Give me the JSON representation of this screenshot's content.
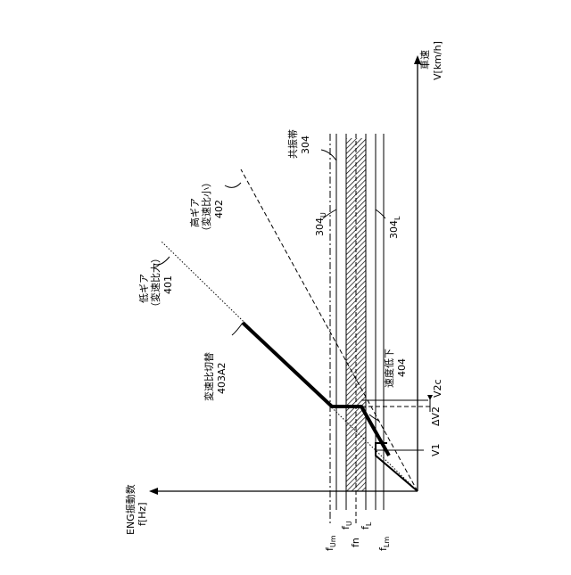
{
  "axes": {
    "vertical": {
      "label": "ENG振動数",
      "unit": "f[Hz]"
    },
    "horizontal": {
      "label": "車速",
      "unit": "V[km/h]"
    }
  },
  "lines": {
    "low_gear": {
      "label": "低ギア",
      "sub": "（変速比大）",
      "ref": "401"
    },
    "high_gear": {
      "label": "高ギア",
      "sub": "（変速比小）",
      "ref": "402"
    },
    "switch": {
      "label": "変速比切替",
      "ref": "403A2"
    },
    "speed_drop": {
      "label": "速度低下",
      "ref": "404"
    }
  },
  "band": {
    "label": "共振帯",
    "ref": "304",
    "upper_ref": "304",
    "upper_sub": "U",
    "lower_ref": "304",
    "lower_sub": "L"
  },
  "freq_labels": [
    {
      "main": "f",
      "sub": "Um"
    },
    {
      "main": "f",
      "sub": "U"
    },
    {
      "main": "fn",
      "sub": ""
    },
    {
      "main": "f",
      "sub": "L"
    },
    {
      "main": "f",
      "sub": "Lm"
    }
  ],
  "markers": {
    "v1": "V1",
    "v2c": "V2c",
    "dv2": "ΔV2"
  }
}
